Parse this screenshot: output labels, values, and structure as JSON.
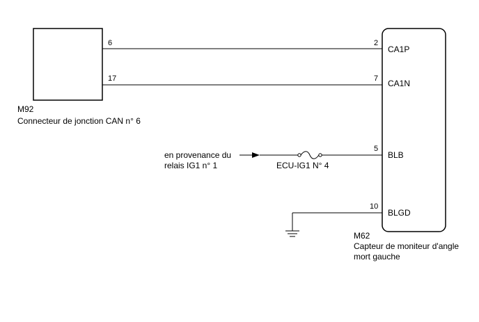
{
  "m92": {
    "code": "M92",
    "name": "Connecteur de jonction CAN n° 6",
    "pin_ca1p": "6",
    "pin_ca1n": "17"
  },
  "m62": {
    "code": "M62",
    "name_line1": "Capteur de moniteur d'angle",
    "name_line2": "mort gauche",
    "pins": {
      "ca1p": {
        "number": "2",
        "label": "CA1P"
      },
      "ca1n": {
        "number": "7",
        "label": "CA1N"
      },
      "blb": {
        "number": "5",
        "label": "BLB"
      },
      "blgd": {
        "number": "10",
        "label": "BLGD"
      }
    }
  },
  "source": {
    "line1": "en provenance du",
    "line2": "relais IG1 n° 1"
  },
  "fuse": {
    "label": "ECU-IG1 N° 4"
  },
  "icons": [
    "fuse-icon",
    "ground-icon",
    "arrow-icon"
  ]
}
